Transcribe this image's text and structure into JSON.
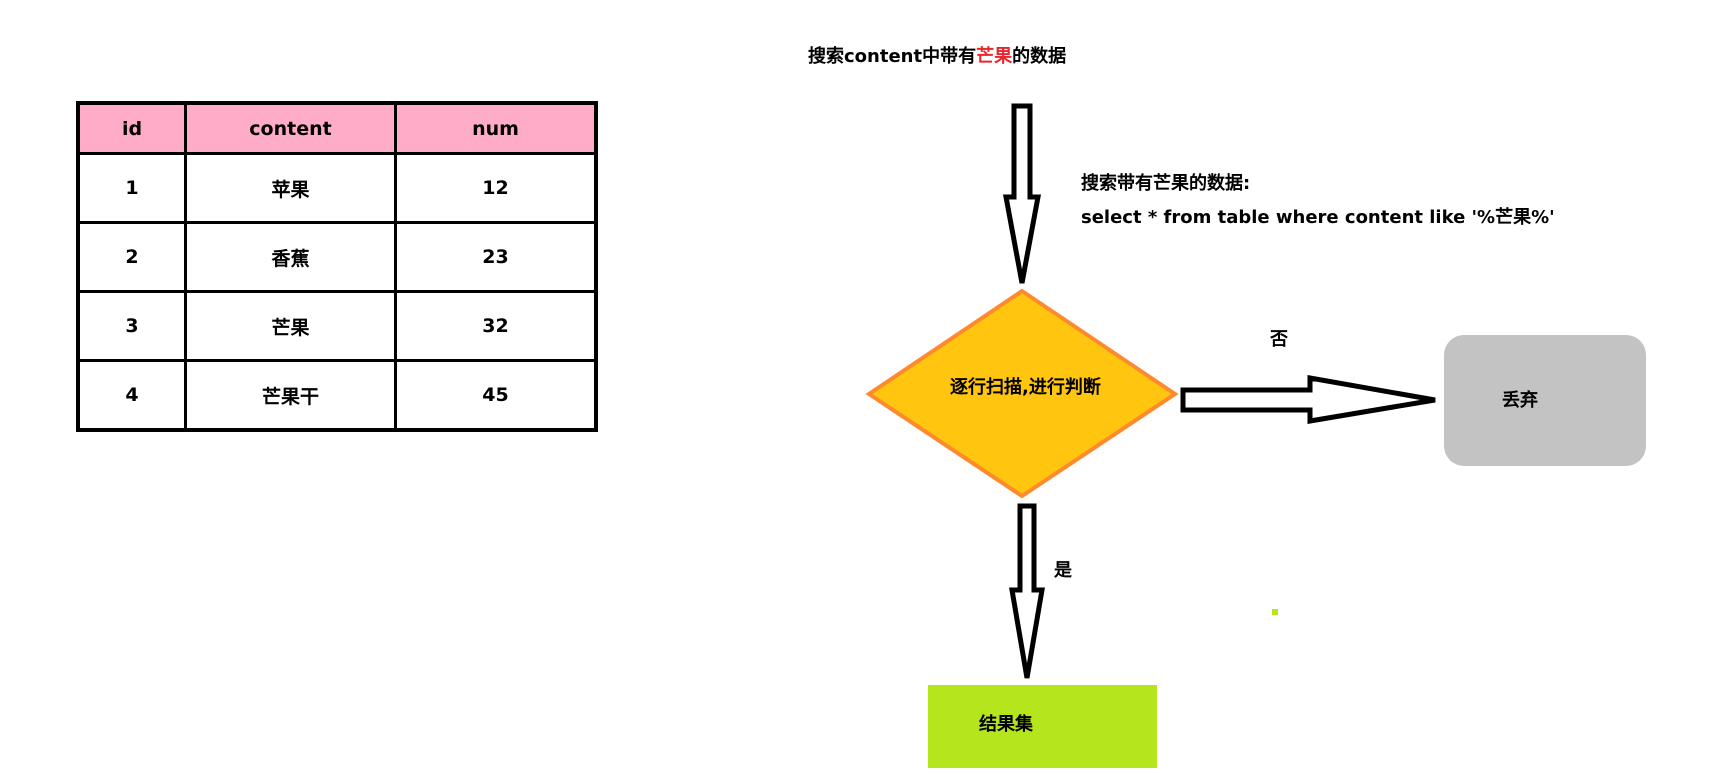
{
  "title": {
    "prefix": "搜索content中带有",
    "highlight": "芒果",
    "suffix": "的数据",
    "highlight_color": "#e8262e"
  },
  "table": {
    "headers": [
      "id",
      "content",
      "num"
    ],
    "header_color": "#ffacc9",
    "rows": [
      [
        "1",
        "苹果",
        "12"
      ],
      [
        "2",
        "香蕉",
        "23"
      ],
      [
        "3",
        "芒果",
        "32"
      ],
      [
        "4",
        "芒果干",
        "45"
      ]
    ]
  },
  "annotation": {
    "line1": "搜索带有芒果的数据:",
    "line2": "select * from table where content like '%芒果%'"
  },
  "diamond": {
    "label": "逐行扫描,进行判断",
    "fill": "#ffc50f",
    "stroke": "#ff8a2e"
  },
  "branch_no": {
    "label": "否"
  },
  "branch_yes": {
    "label": "是"
  },
  "discard_box": {
    "label": "丢弃",
    "fill": "#c3c3c3"
  },
  "result_box": {
    "label": "结果集",
    "fill": "#b5e61d"
  }
}
